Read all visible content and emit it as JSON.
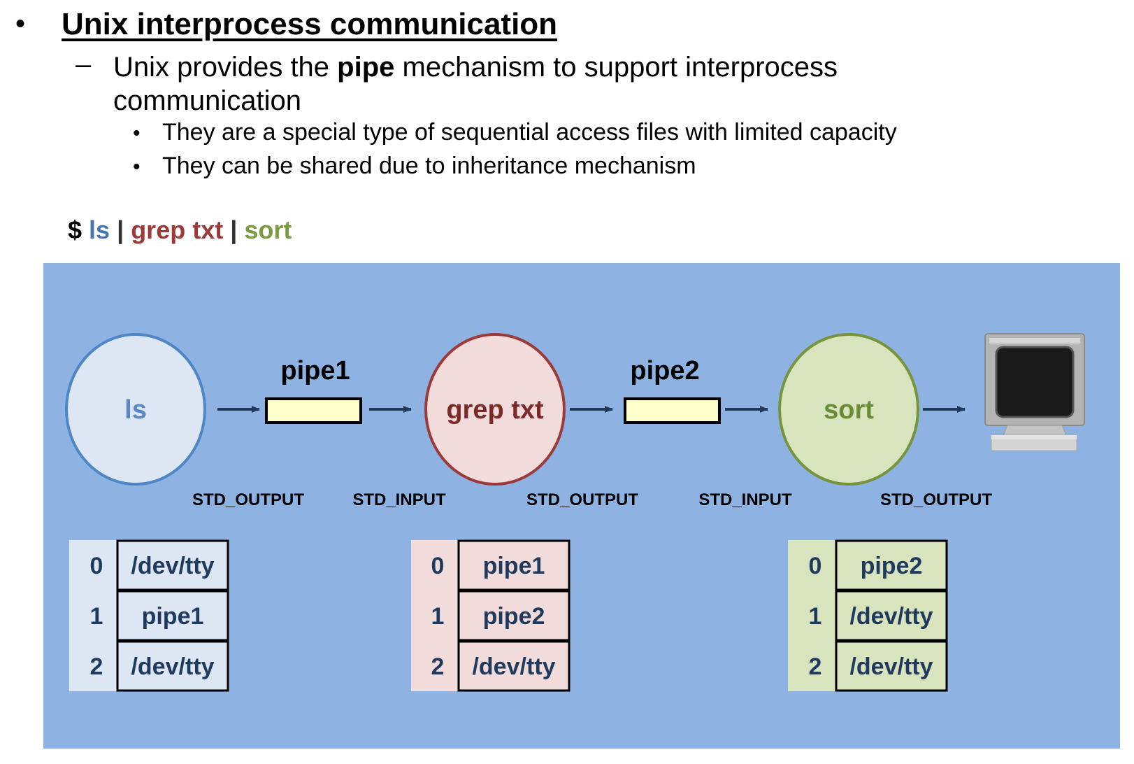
{
  "slide": {
    "title": "Unix interprocess communication",
    "subpoint": {
      "prefix": "Unix provides the ",
      "bold": "pipe",
      "suffix": " mechanism to support interprocess communication"
    },
    "subsubpoints": [
      "They are a special type of sequential access files with limited capacity",
      "They can be shared due to inheritance mechanism"
    ]
  },
  "command": {
    "prompt": "$",
    "ls": "ls",
    "sep1": "|",
    "grep": "grep txt",
    "sep2": "|",
    "sort": "sort"
  },
  "diagram": {
    "processes": [
      {
        "name": "ls",
        "fill": "#dde6f3",
        "stroke": "#4f86c6",
        "text_color": "#5a87c0"
      },
      {
        "name": "grep txt",
        "fill": "#f2dcdb",
        "stroke": "#9c3a39",
        "text_color": "#7a2a28"
      },
      {
        "name": "sort",
        "fill": "#d7e4bd",
        "stroke": "#77933c",
        "text_color": "#6b8a35"
      }
    ],
    "pipes": [
      "pipe1",
      "pipe2"
    ],
    "pipe_fill": "#ffffcc",
    "stream_labels": [
      "STD_OUTPUT",
      "STD_INPUT",
      "STD_OUTPUT",
      "STD_INPUT",
      "STD_OUTPUT"
    ],
    "icon": "computer-monitor-icon",
    "fd_tables": [
      {
        "process": "ls",
        "bg": "#dde6f3",
        "rows": [
          {
            "fd": "0",
            "target": "/dev/tty"
          },
          {
            "fd": "1",
            "target": "pipe1"
          },
          {
            "fd": "2",
            "target": "/dev/tty"
          }
        ]
      },
      {
        "process": "grep txt",
        "bg": "#f2dcdb",
        "rows": [
          {
            "fd": "0",
            "target": "pipe1"
          },
          {
            "fd": "1",
            "target": "pipe2"
          },
          {
            "fd": "2",
            "target": "/dev/tty"
          }
        ]
      },
      {
        "process": "sort",
        "bg": "#d7e4bd",
        "rows": [
          {
            "fd": "0",
            "target": "pipe2"
          },
          {
            "fd": "1",
            "target": "/dev/tty"
          },
          {
            "fd": "2",
            "target": "/dev/tty"
          }
        ]
      }
    ]
  }
}
